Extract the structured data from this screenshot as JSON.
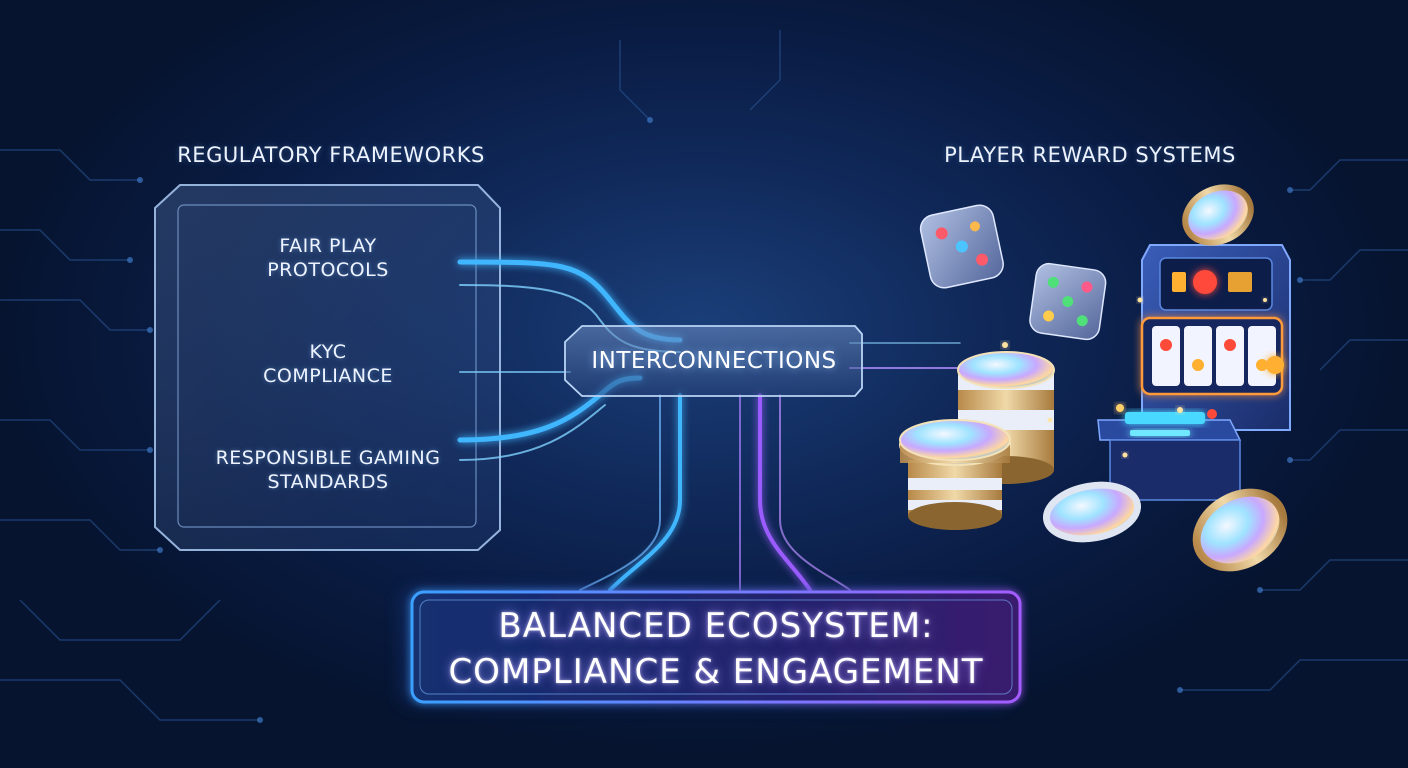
{
  "left": {
    "heading": "REGULATORY FRAMEWORKS",
    "items": [
      {
        "line1": "FAIR PLAY",
        "line2": "PROTOCOLS"
      },
      {
        "line1": "KYC",
        "line2": "COMPLIANCE"
      },
      {
        "line1": "RESPONSIBLE GAMING",
        "line2": "STANDARDS"
      }
    ]
  },
  "right": {
    "heading": "PLAYER REWARD SYSTEMS",
    "icons": [
      "dice-icon",
      "dice-icon",
      "casino-chip-icon",
      "slot-machine-icon"
    ]
  },
  "hub": {
    "label": "INTERCONNECTIONS"
  },
  "banner": {
    "line1": "BALANCED ECOSYSTEM:",
    "line2": "COMPLIANCE & ENGAGEMENT"
  },
  "colors": {
    "background": "#0a1c44",
    "cyan_flow": "#3fb6ff",
    "violet_flow": "#9b5cff",
    "panel_border": "#8fb4e0",
    "banner_border_left": "#3aa0ff",
    "banner_border_right": "#a45cff"
  }
}
